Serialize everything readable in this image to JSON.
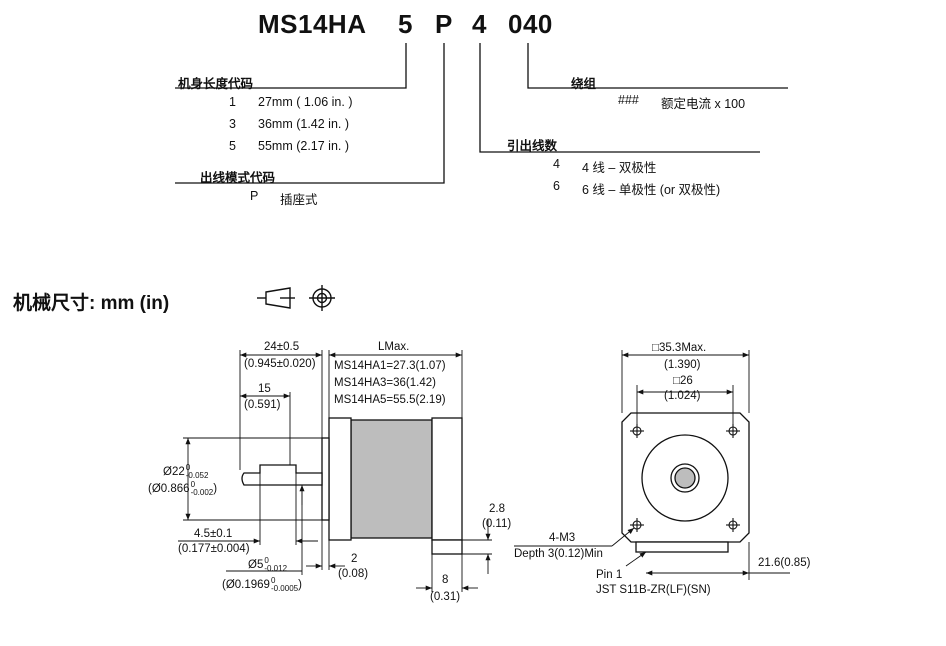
{
  "part_number": {
    "model": "MS14HA",
    "length_code": "5",
    "connector_code": "P",
    "leads_code": "4",
    "winding_code": "040"
  },
  "body_length": {
    "title": "机身长度代码",
    "items": [
      {
        "code": "1",
        "desc": "27mm ( 1.06 in. )"
      },
      {
        "code": "3",
        "desc": "36mm (1.42 in. )"
      },
      {
        "code": "5",
        "desc": "55mm (2.17 in. )"
      }
    ]
  },
  "connector": {
    "title": "出线模式代码",
    "items": [
      {
        "code": "P",
        "desc": "插座式"
      }
    ]
  },
  "winding": {
    "title": "绕组",
    "items": [
      {
        "code": "###",
        "desc": "额定电流 x 100"
      }
    ]
  },
  "leads": {
    "title": "引出线数",
    "items": [
      {
        "code": "4",
        "desc": "4 线 – 双极性"
      },
      {
        "code": "6",
        "desc": "6 线 – 单极性 (or 双极性)"
      }
    ]
  },
  "mechanical": {
    "title": "机械尺寸: mm (in)",
    "icons": [
      "projection-symbol-icon",
      "crosshair-circle-icon"
    ]
  },
  "side_view": {
    "dim_24": "24±0.5",
    "dim_24_in": "(0.945±0.020)",
    "dim_15": "15",
    "dim_15_in": "(0.591)",
    "lmax": "LMax.",
    "lmax_rows": [
      "MS14HA1=27.3(1.07)",
      "MS14HA3=36(1.42)",
      "MS14HA5=55.5(2.19)"
    ],
    "dia22": "Ø22",
    "dia22_up": "0",
    "dia22_lo": "-0.052",
    "dia22_in": "(Ø0.866",
    "dia22_in_up": "0",
    "dia22_in_lo": "-0.002",
    "dia22_in_close": ")",
    "dim_45": "4.5±0.1",
    "dim_45_in": "(0.177±0.004)",
    "dia5": "Ø5",
    "dia5_up": "0",
    "dia5_lo": "-0.012",
    "dia5_in": "(Ø0.1969",
    "dia5_in_up": "0",
    "dia5_in_lo": "-0.0005",
    "dia5_in_close": ")",
    "dim_2": "2",
    "dim_2_in": "(0.08)",
    "dim_8": "8",
    "dim_8_in": "(0.31)",
    "dim_28": "2.8",
    "dim_28_in": "(0.11)"
  },
  "front_view": {
    "sq353": "□35.3Max.",
    "sq353_in": "(1.390)",
    "sq26": "□26",
    "sq26_in": "(1.024)",
    "m3": "4-M3",
    "m3_depth": "Depth 3(0.12)Min",
    "pin1": "Pin 1",
    "jst": "JST S11B-ZR(LF)(SN)",
    "dim_216": "21.6(0.85)"
  }
}
